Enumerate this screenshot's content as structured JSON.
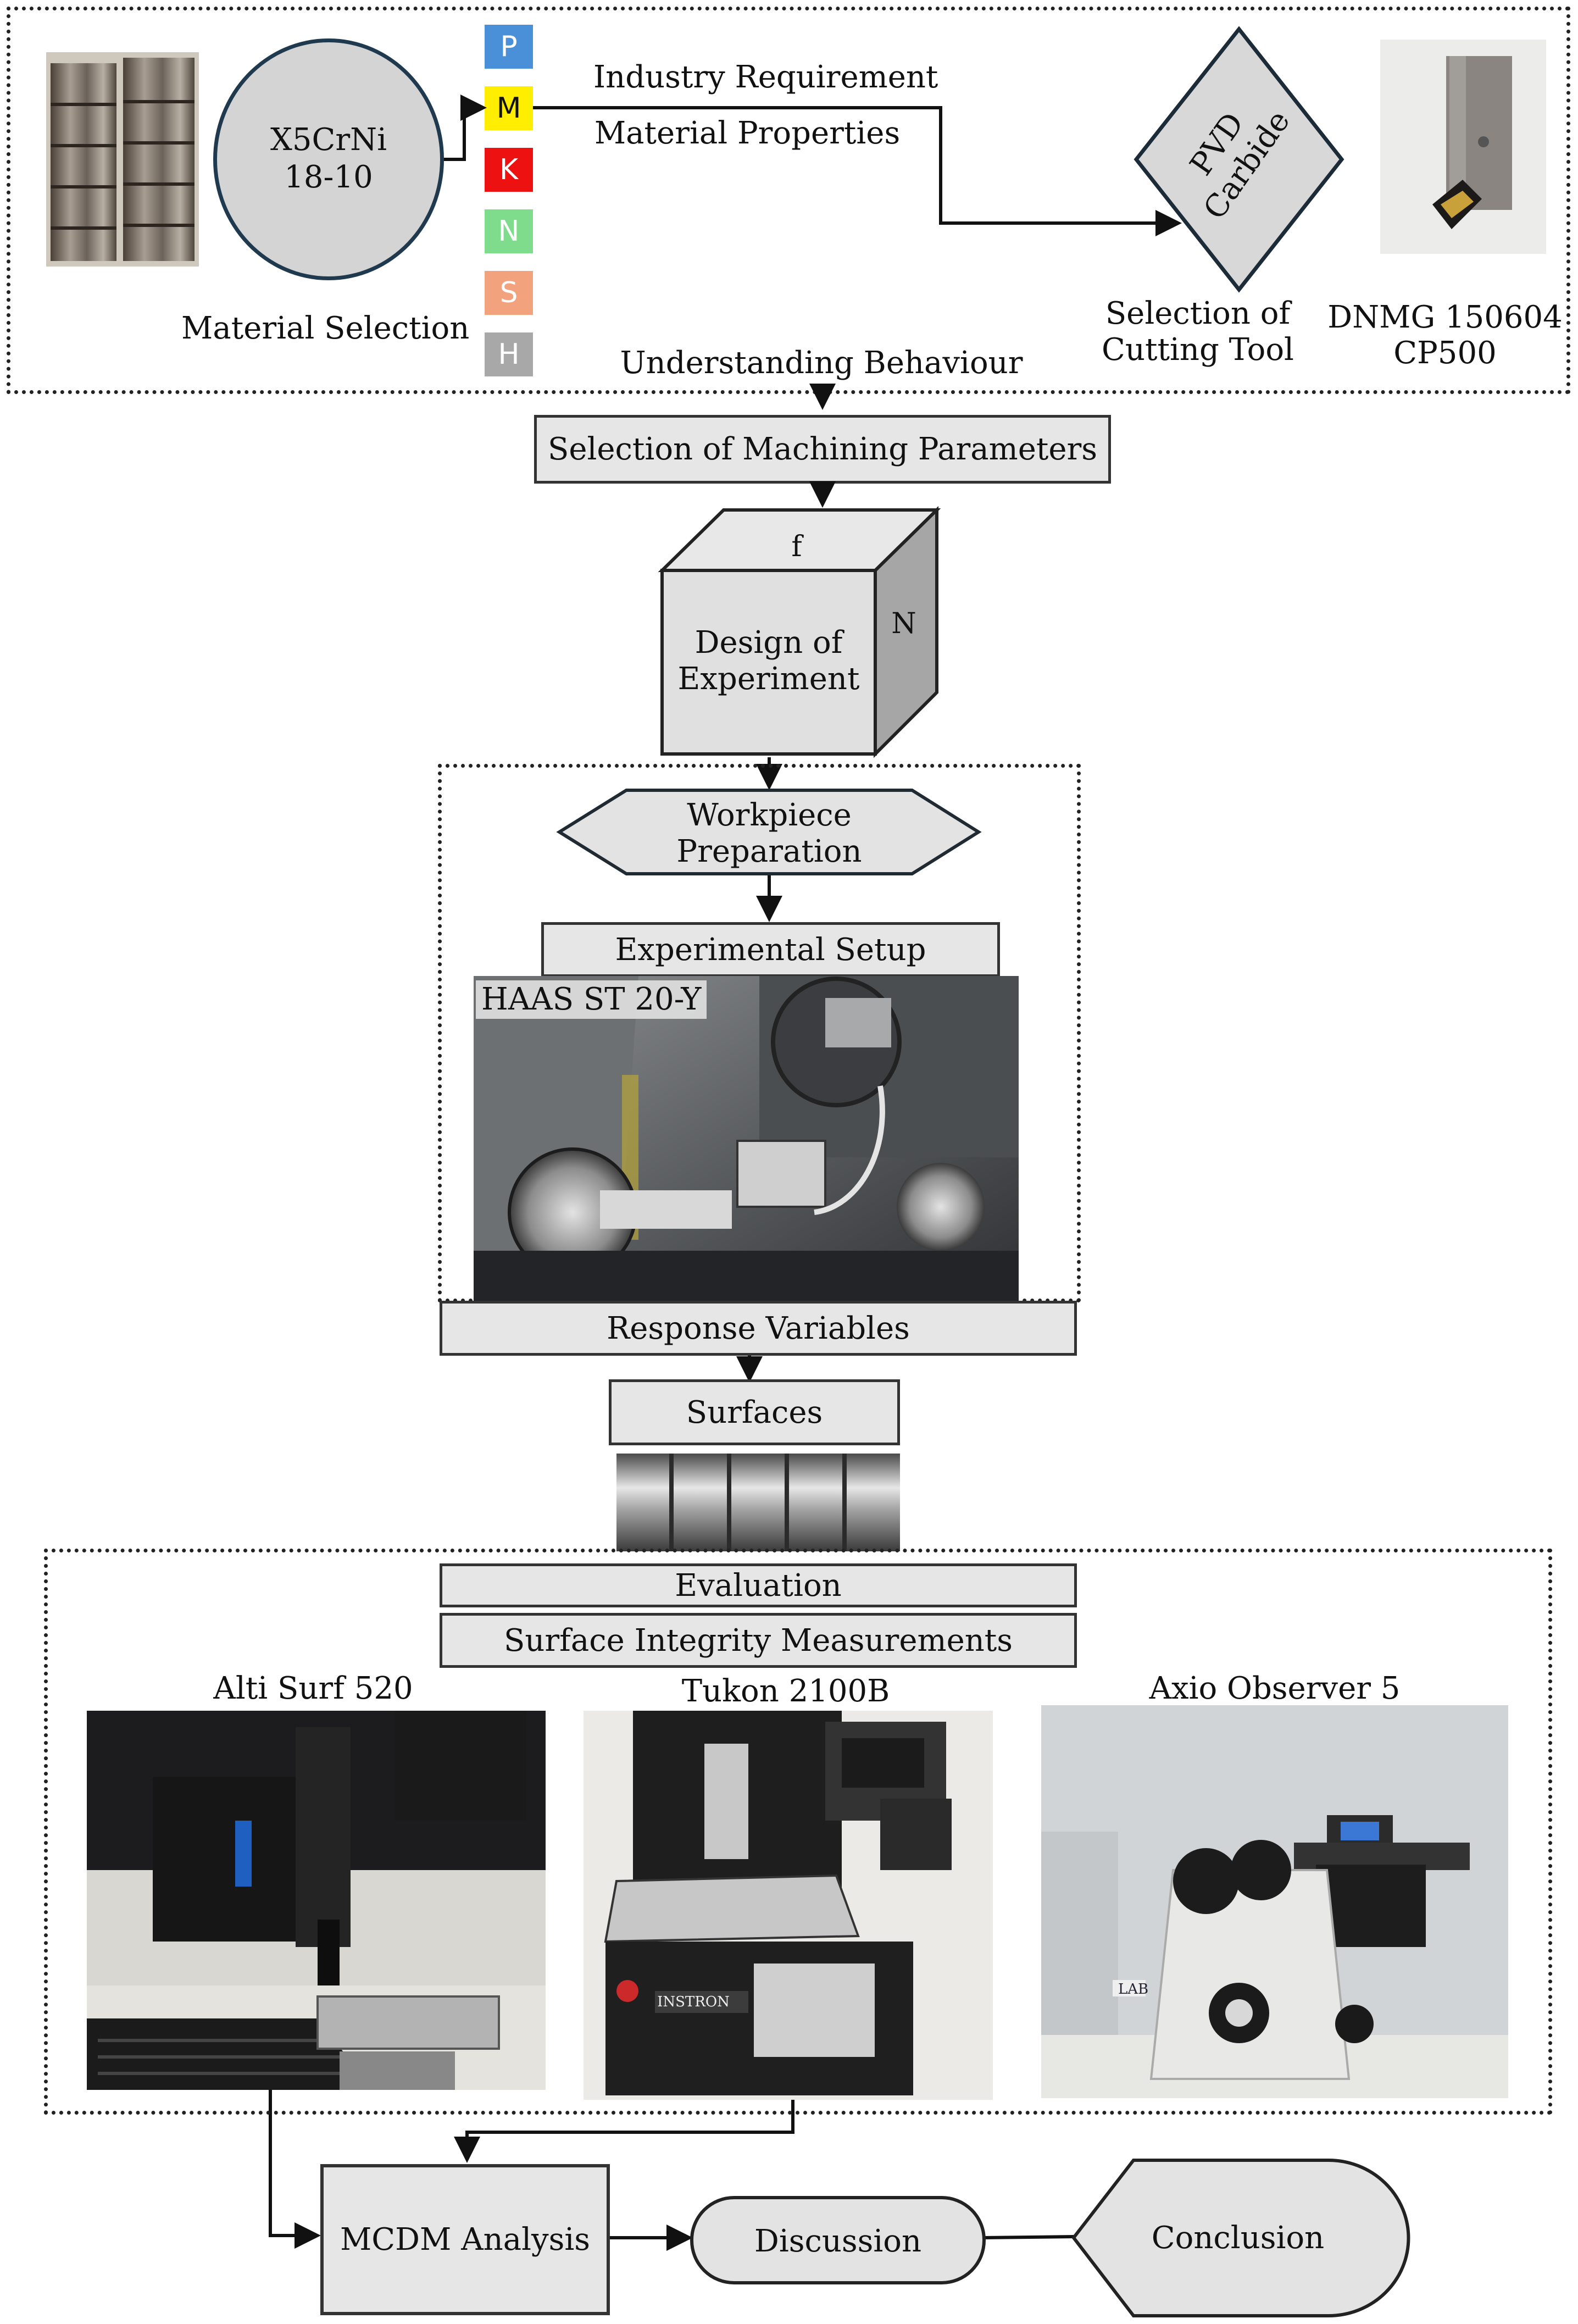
{
  "top": {
    "material_name_line1": "X5CrNi",
    "material_name_line2": "18-10",
    "material_selection": "Material Selection",
    "industry_requirement": "Industry Requirement",
    "material_properties": "Material Properties",
    "tool_name_line1": "PVD",
    "tool_name_line2": "Carbide",
    "selection_cutting_tool_line1": "Selection of",
    "selection_cutting_tool_line2": "Cutting Tool",
    "insert_line1": "DNMG 150604",
    "insert_line2": "CP500",
    "understanding_behaviour": "Understanding Behaviour",
    "iso_groups": [
      {
        "letter": "P",
        "color": "#4a90d9"
      },
      {
        "letter": "M",
        "color": "#ffee00"
      },
      {
        "letter": "K",
        "color": "#ee1111"
      },
      {
        "letter": "N",
        "color": "#7fdc8c"
      },
      {
        "letter": "S",
        "color": "#f3a27e"
      },
      {
        "letter": "H",
        "color": "#a8a8a8"
      }
    ]
  },
  "flow": {
    "selection_params": "Selection of Machining Parameters",
    "doe_top_label": "f",
    "doe_side_label": "N",
    "doe_line1": "Design of",
    "doe_line2": "Experiment",
    "workpiece_line1": "Workpiece",
    "workpiece_line2": "Preparation",
    "experimental_setup": "Experimental Setup",
    "machine_name": "HAAS ST 20-Y",
    "response_variables": "Response Variables",
    "surfaces": "Surfaces"
  },
  "evaluation": {
    "evaluation": "Evaluation",
    "measurements": "Surface Integrity Measurements",
    "instrument1": "Alti Surf  520",
    "instrument2": "Tukon 2100B",
    "instrument3": "Axio Observer 5",
    "lathe_brand": "INSTRON",
    "lab_tag": "LAB"
  },
  "bottom": {
    "mcdm": "MCDM Analysis",
    "discussion": "Discussion",
    "conclusion": "Conclusion"
  }
}
